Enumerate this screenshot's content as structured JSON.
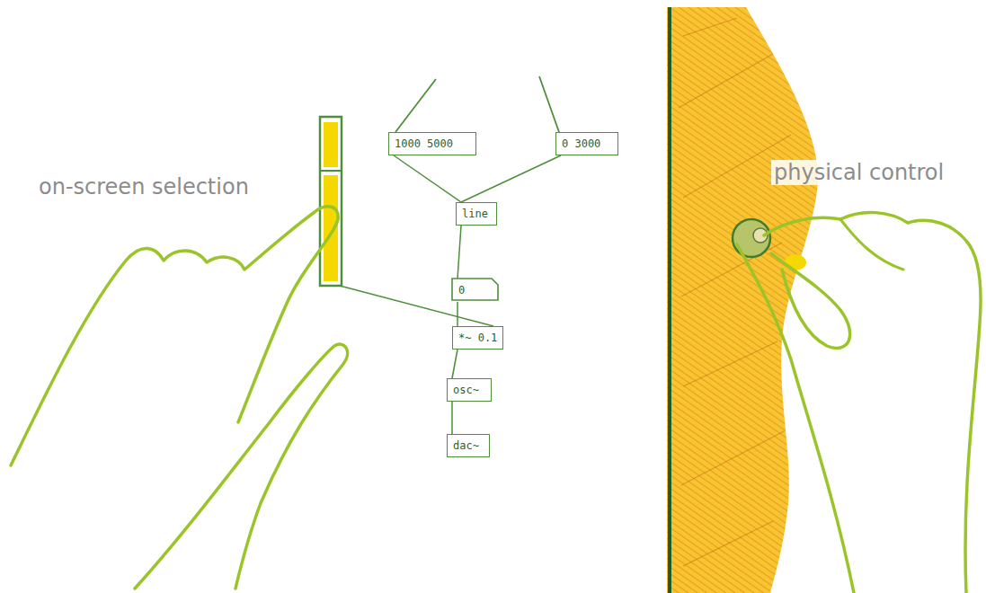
{
  "diagram": {
    "nodes": [
      {
        "text": [
          "1000 5000"
        ]
      },
      {
        "text": [
          "0 3000"
        ]
      },
      {
        "text": [
          "line"
        ]
      },
      {
        "text": [
          "0"
        ]
      },
      {
        "text": [
          "*~ 0.1"
        ]
      },
      {
        "text": [
          "osc~"
        ]
      },
      {
        "text": [
          "dac~"
        ]
      }
    ],
    "edges": [
      {
        "from": 0,
        "to": 2,
        "arrow": "none"
      },
      {
        "from": 1,
        "to": 2,
        "arrow": "none"
      },
      {
        "from": 2,
        "to": 3,
        "arrow": "none"
      },
      {
        "from": 3,
        "to": 4,
        "arrow": "none"
      },
      {
        "from": 4,
        "to": 5,
        "arrow": "none"
      },
      {
        "from": 5,
        "to": 6,
        "arrow": "none"
      }
    ],
    "labels": [
      "on-screen selection",
      "physical control"
    ]
  }
}
